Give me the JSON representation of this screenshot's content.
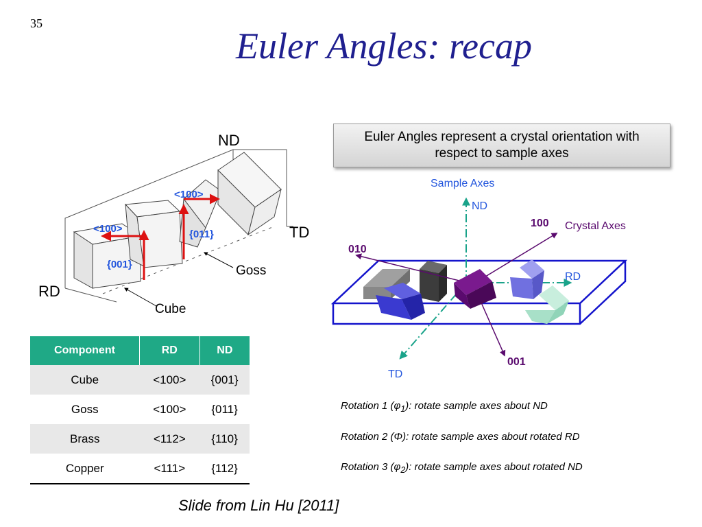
{
  "slide_number": "35",
  "title": "Euler Angles: recap",
  "callout": "Euler Angles represent a crystal orientation with respect to sample axes",
  "left_diagram": {
    "nd": "ND",
    "td": "TD",
    "rd": "RD",
    "goss": "Goss",
    "cube": "Cube",
    "cube_rd": "<100>",
    "cube_nd": "{001}",
    "goss_rd": "<100>",
    "goss_nd": "{011}"
  },
  "right_diagram": {
    "sample_axes": "Sample Axes",
    "nd": "ND",
    "rd": "RD",
    "td": "TD",
    "crystal_axes": "Crystal Axes",
    "axis_100": "100",
    "axis_010": "010",
    "axis_001": "001"
  },
  "table": {
    "headers": [
      "Component",
      "RD",
      "ND"
    ],
    "rows": [
      [
        "Cube",
        "<100>",
        "{001}"
      ],
      [
        "Goss",
        "<100>",
        "{011}"
      ],
      [
        "Brass",
        "<112>",
        "{110}"
      ],
      [
        "Copper",
        "<111>",
        "{112}"
      ]
    ]
  },
  "rotations": [
    {
      "prefix": "Rotation 1 (",
      "sym": "φ",
      "sub": "1",
      "suffix": "): rotate sample axes about ND"
    },
    {
      "prefix": "Rotation 2 (",
      "sym": "Φ",
      "sub": "",
      "suffix": "): rotate sample axes about rotated RD"
    },
    {
      "prefix": "Rotation 3 (",
      "sym": "φ",
      "sub": "2",
      "suffix": "): rotate sample axes about rotated ND"
    }
  ],
  "credit": "Slide from Lin Hu [2011]",
  "colors": {
    "title": "#1f1f8f",
    "arrow_red": "#dd1111",
    "miller_blue": "#2255dd",
    "table_header": "#1fa986",
    "sample_blue": "#1414cc",
    "crystal_purple": "#5a0a6e",
    "axis_green": "#1aa38a"
  }
}
